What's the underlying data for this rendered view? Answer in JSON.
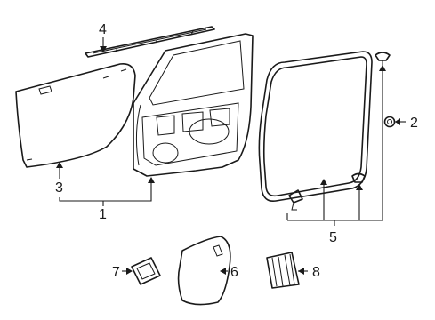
{
  "callouts": {
    "c1": "1",
    "c2": "2",
    "c3": "3",
    "c4": "4",
    "c5": "5",
    "c6": "6",
    "c7": "7",
    "c8": "8"
  },
  "parts": [
    {
      "ref": "1",
      "icon": "door-shell-icon"
    },
    {
      "ref": "2",
      "icon": "clip-icon"
    },
    {
      "ref": "3",
      "icon": "door-glass-icon"
    },
    {
      "ref": "4",
      "icon": "weatherstrip-belt-icon"
    },
    {
      "ref": "5",
      "icon": "door-seal-icon"
    },
    {
      "ref": "6",
      "icon": "water-shield-icon"
    },
    {
      "ref": "7",
      "icon": "access-cover-icon"
    },
    {
      "ref": "8",
      "icon": "wire-boot-icon"
    }
  ],
  "colors": {
    "line": "#1a1a1a",
    "background": "#ffffff"
  }
}
